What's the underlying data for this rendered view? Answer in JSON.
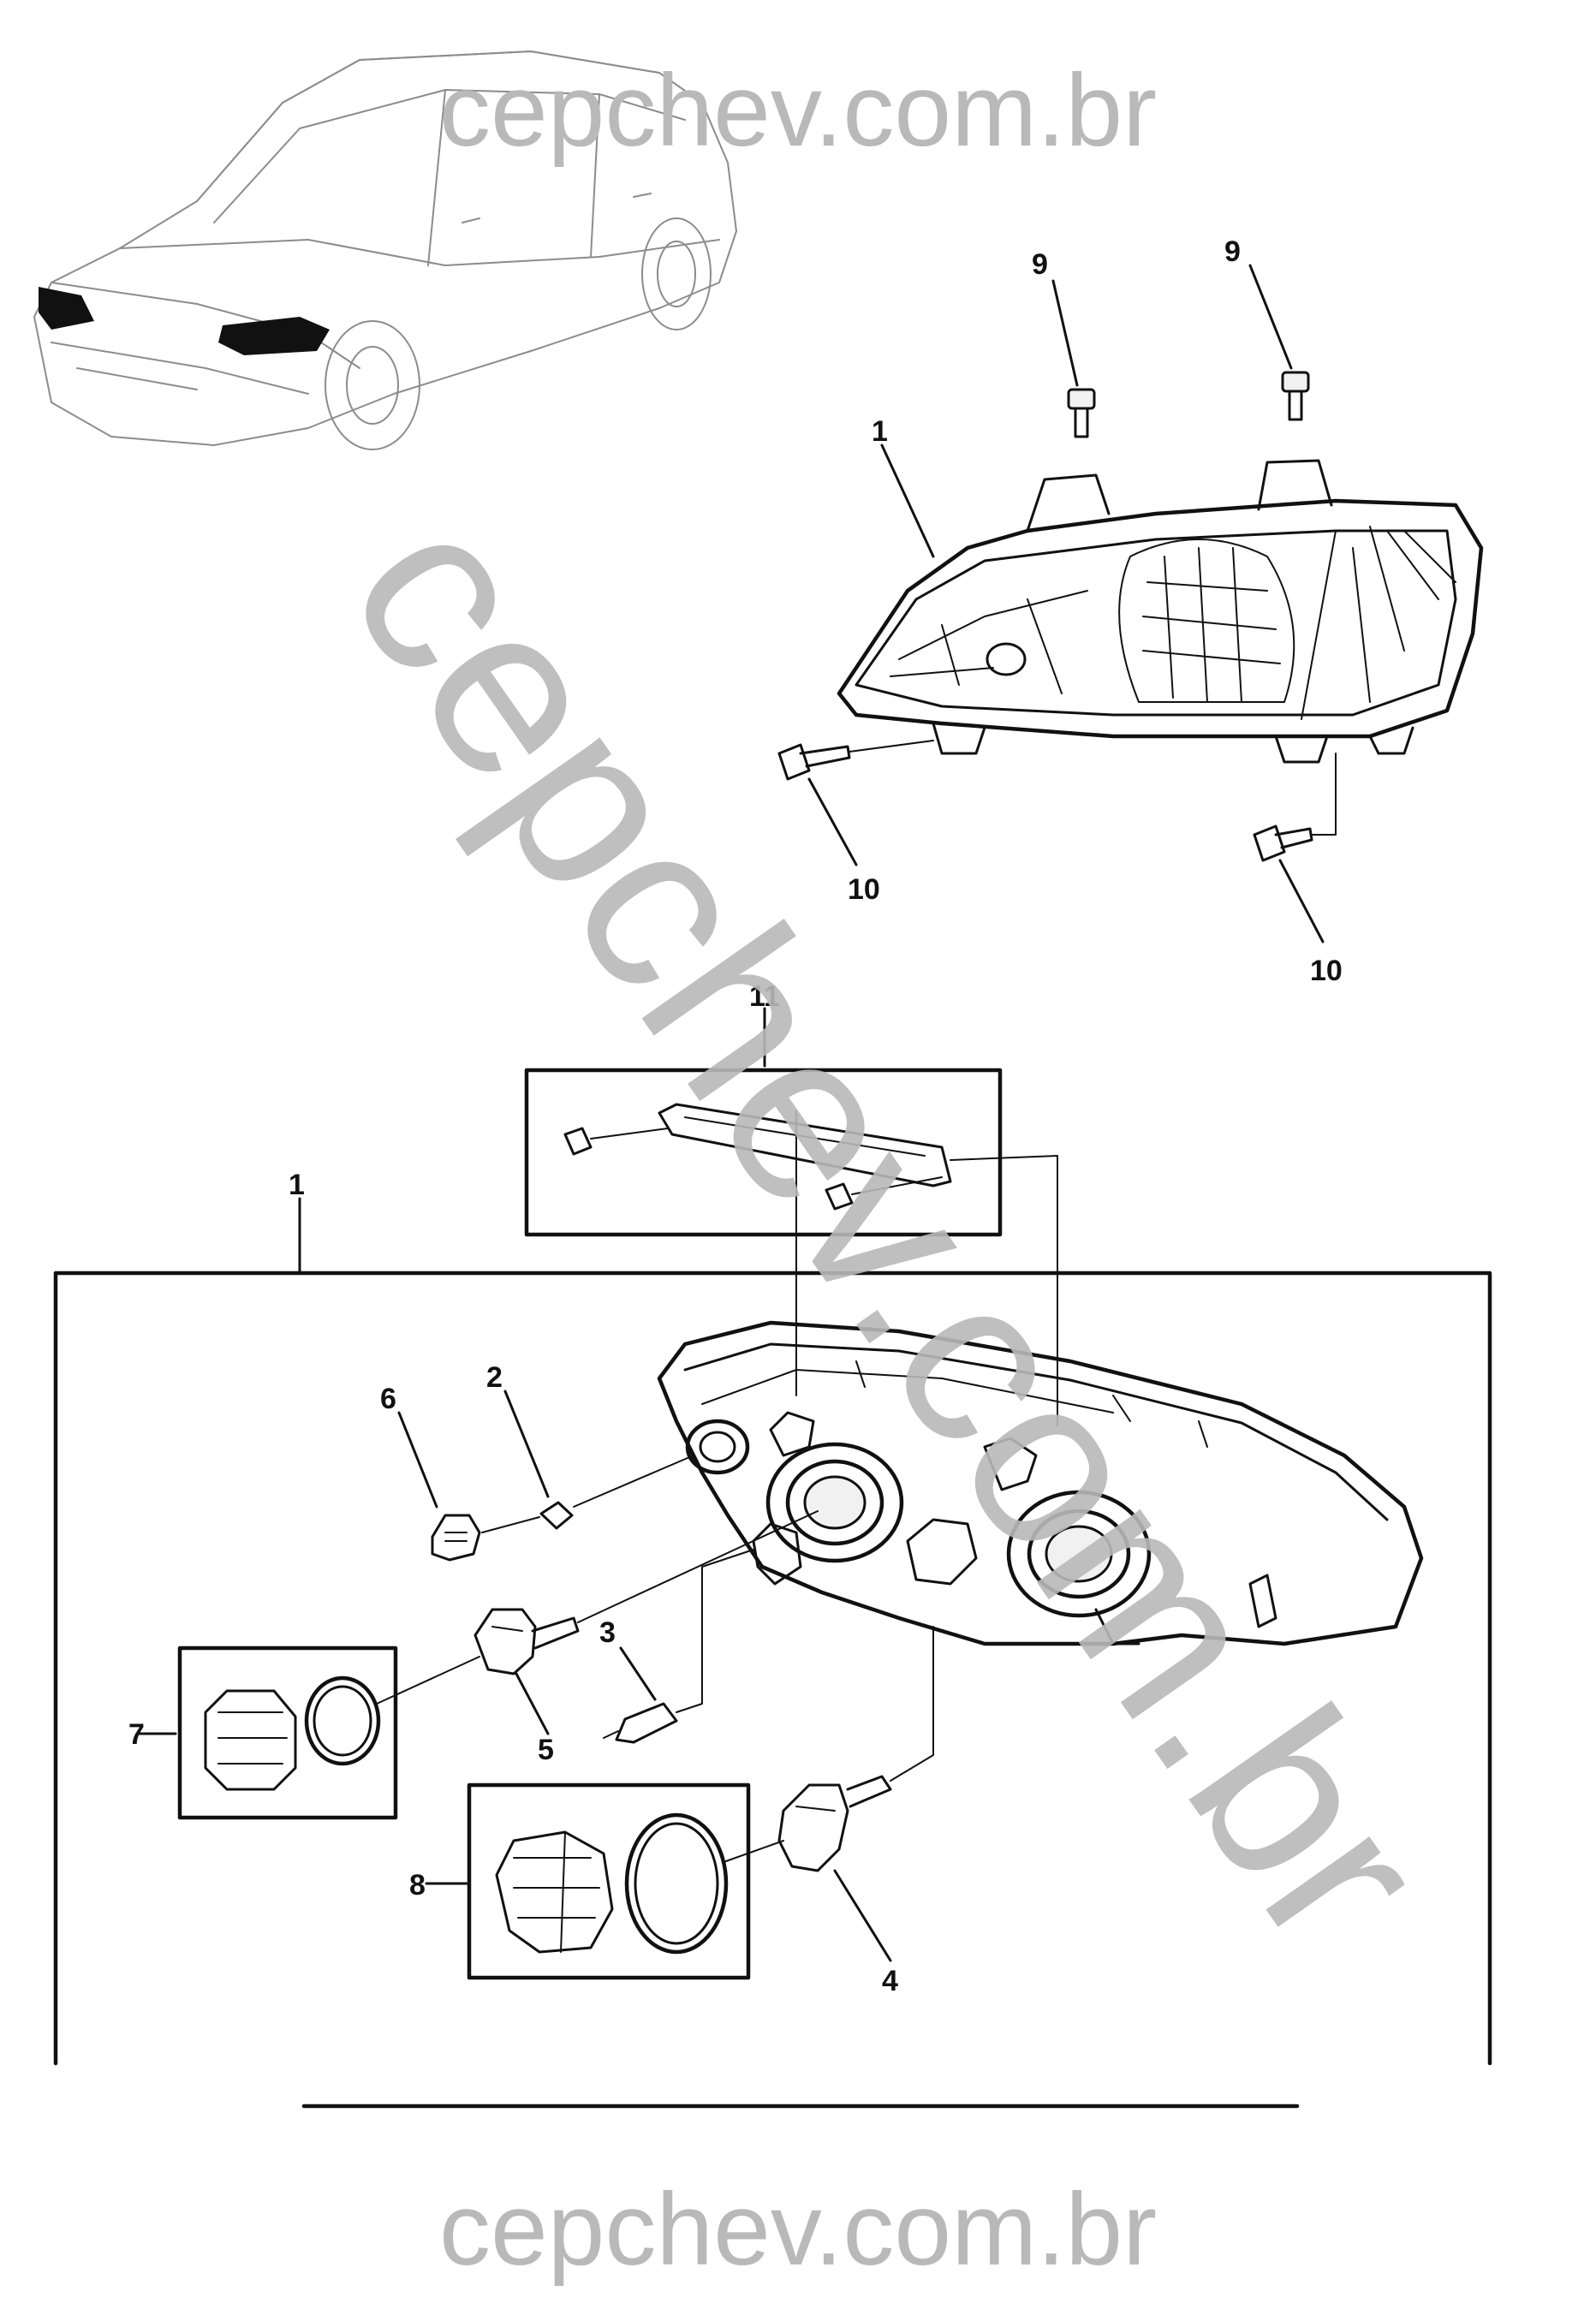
{
  "watermark": {
    "top": "cepchev.com.br",
    "diagonal": "cepchev.com.br",
    "bottom": "cepchev.com.br"
  },
  "callouts": {
    "top_assembly": {
      "part_1": "1",
      "bolt_9_left": "9",
      "bolt_9_right": "9",
      "bolt_10_left": "10",
      "bolt_10_right": "10"
    },
    "exploded": {
      "frame": "1",
      "bracket_kit": "11",
      "side_marker_bulb": "2",
      "position_bulb": "3",
      "high_beam_bulb": "4",
      "low_beam_bulb": "5",
      "side_socket": "6",
      "cap_small": "7",
      "cap_large": "8"
    }
  }
}
